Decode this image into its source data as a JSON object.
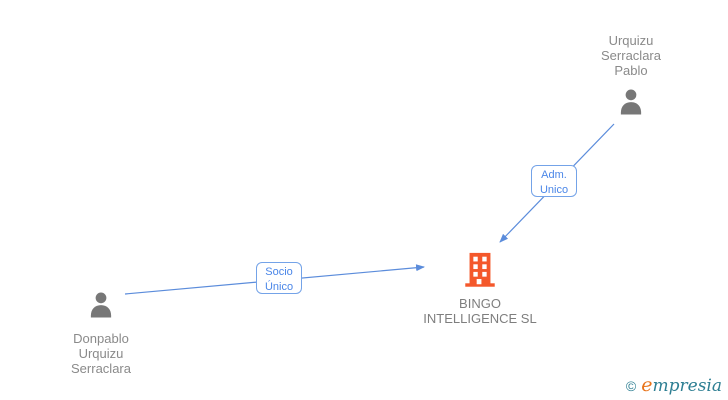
{
  "nodes": {
    "administrator": {
      "label_lines": [
        "Urquizu",
        "Serraclara",
        "Pablo"
      ],
      "icon": "person-icon"
    },
    "shareholder": {
      "label_lines": [
        "Donpablo",
        "Urquizu",
        "Serraclara"
      ],
      "icon": "person-icon"
    },
    "company": {
      "label_lines": [
        "BINGO",
        "INTELLIGENCE SL"
      ],
      "icon": "building-icon"
    }
  },
  "edges": {
    "adm": {
      "label_lines": [
        "Adm.",
        "Unico"
      ]
    },
    "socio": {
      "label_lines": [
        "Socio",
        "Único"
      ]
    }
  },
  "footer": {
    "copyright": "©",
    "brand_first_letter": "e",
    "brand_rest": "mpresia"
  },
  "colors": {
    "arrow_blue": "#5b8cdb",
    "edge_label_border": "#74a3e8",
    "edge_label_text": "#4a86e8",
    "building_orange": "#f4582b",
    "node_text_gray": "#8a8a8a",
    "icon_gray": "#777777",
    "brand_teal": "#2e7f93",
    "brand_orange": "#e8731a"
  }
}
